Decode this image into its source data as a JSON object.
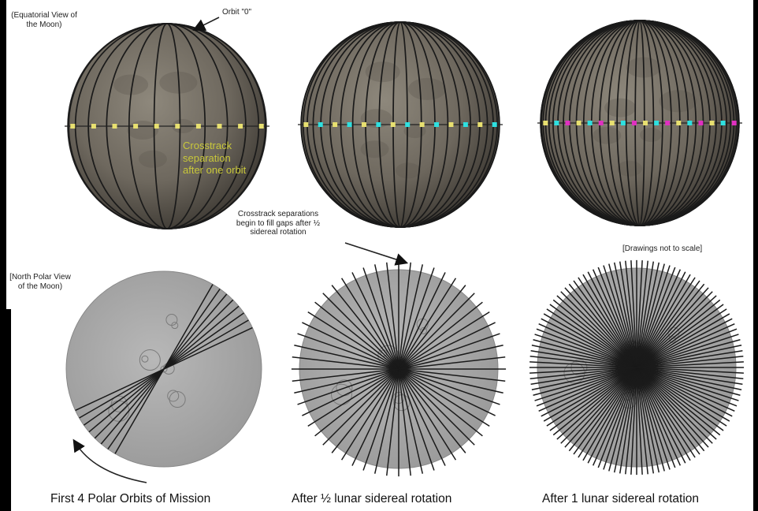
{
  "labels": {
    "equatorial_view": "(Equatorial View of the Moon)",
    "orbit_zero": "Orbit \"0\"",
    "crosstrack_overlay": "Crosstrack separation after one orbit",
    "crosstrack_note": "Crosstrack separations begin to fill gaps after ½ sidereal rotation",
    "drawings_note": "[Drawings not to scale]",
    "north_polar_view": "[North Polar View of the Moon)"
  },
  "captions": {
    "col1": "First 4 Polar Orbits of Mission",
    "col2": "After ½  lunar sidereal rotation",
    "col3": "After 1 lunar sidereal rotation"
  },
  "colors": {
    "moon_dark": "#4e4a44",
    "moon_mid": "#807a70",
    "polar_gray": "#aaaaaa",
    "orbit_line": "#1a1a1a",
    "overlay_text": "#c9c83a",
    "marker_yellow": "#e8e070",
    "marker_cyan": "#2ee0e0",
    "marker_magenta": "#e030c0"
  },
  "globes": [
    {
      "orbit_lines": 12
    },
    {
      "orbit_lines": 22
    },
    {
      "orbit_lines": 34
    }
  ],
  "polar_views": [
    {
      "rays": 8
    },
    {
      "rays": 28
    },
    {
      "rays": 60
    }
  ]
}
